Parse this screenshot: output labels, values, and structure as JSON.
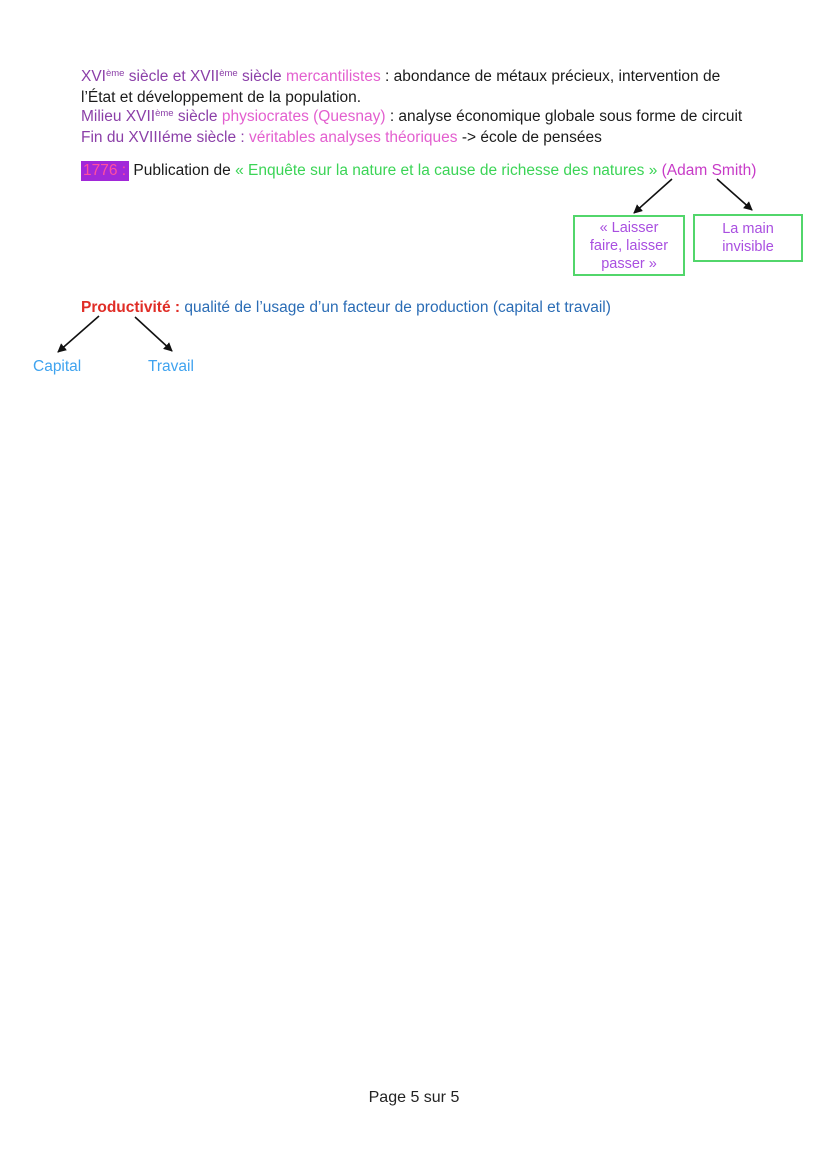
{
  "colors": {
    "date_purple": "#8b3fa8",
    "keyword_pink": "#e35fcf",
    "author_magenta": "#c73bc7",
    "quote_green": "#3bd456",
    "box_border_green": "#52d66b",
    "box_text_purple": "#a94fe0",
    "highlight_background": "#a128d9",
    "highlight_text": "#ff4fa0",
    "term_red": "#e02d26",
    "definition_blue": "#2a6cb5",
    "factor_light_blue": "#3fa3ef",
    "body_black": "#1b1b1b"
  },
  "history_paragraph": {
    "line1": {
      "purple_a": "XVI",
      "sup_a": "ème",
      "purple_b": " siècle et XVII",
      "sup_b": "ème",
      "purple_c": " siècle ",
      "pink": "mercantilistes",
      "black": " : abondance de métaux précieux, intervention de"
    },
    "line2": {
      "black": "l’État et développement de la population."
    },
    "line3": {
      "purple_a": "Milieu XVII",
      "sup_a": "ème",
      "purple_b": " siècle ",
      "pink": "physiocrates (Quesnay)",
      "black": " : analyse économique globale sous forme de circuit"
    },
    "line4": {
      "purple": "Fin du XVIIIéme siècle : ",
      "pink": "véritables analyses théoriques ",
      "black": "-> école de pensées"
    }
  },
  "publication_line": {
    "year_highlight": "1776 :",
    "black": " Publication de ",
    "green": "« Enquête sur la nature et la cause de richesse des natures »",
    "magenta": " (Adam Smith)"
  },
  "concept_boxes": {
    "laisser_faire": {
      "lines": [
        "« Laisser",
        "faire, laisser",
        "passer »"
      ]
    },
    "main_invisible": {
      "lines": [
        "La main",
        "invisible"
      ]
    }
  },
  "productivity_line": {
    "red": "Productivité : ",
    "blue": "qualité de l’usage d’un facteur de production (capital et travail)"
  },
  "factor_labels": {
    "capital": "Capital",
    "travail": "Travail"
  },
  "page": {
    "footer": "Page 5 sur 5"
  }
}
